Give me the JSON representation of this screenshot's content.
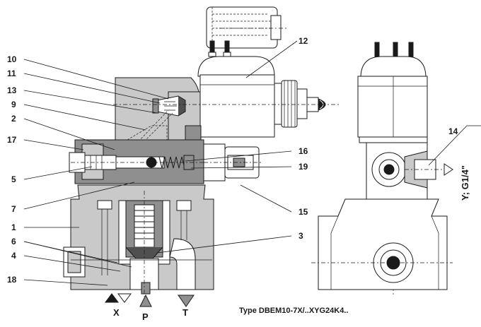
{
  "callouts": [
    {
      "id": "c10",
      "label": "10"
    },
    {
      "id": "c11",
      "label": "11"
    },
    {
      "id": "c13",
      "label": "13"
    },
    {
      "id": "c9",
      "label": "9"
    },
    {
      "id": "c2",
      "label": "2"
    },
    {
      "id": "c17",
      "label": "17"
    },
    {
      "id": "c5",
      "label": "5"
    },
    {
      "id": "c7",
      "label": "7"
    },
    {
      "id": "c1",
      "label": "1"
    },
    {
      "id": "c6",
      "label": "6"
    },
    {
      "id": "c4",
      "label": "4"
    },
    {
      "id": "c18",
      "label": "18"
    },
    {
      "id": "c12",
      "label": "12"
    },
    {
      "id": "c16",
      "label": "16"
    },
    {
      "id": "c19",
      "label": "19"
    },
    {
      "id": "c15",
      "label": "15"
    },
    {
      "id": "c3",
      "label": "3"
    },
    {
      "id": "c14",
      "label": "14"
    }
  ],
  "ports": {
    "x": "X",
    "p": "P",
    "t": "T",
    "y": "Y; G1/4\""
  },
  "caption": "Type DBEM10-7X/..XYG24K4.."
}
